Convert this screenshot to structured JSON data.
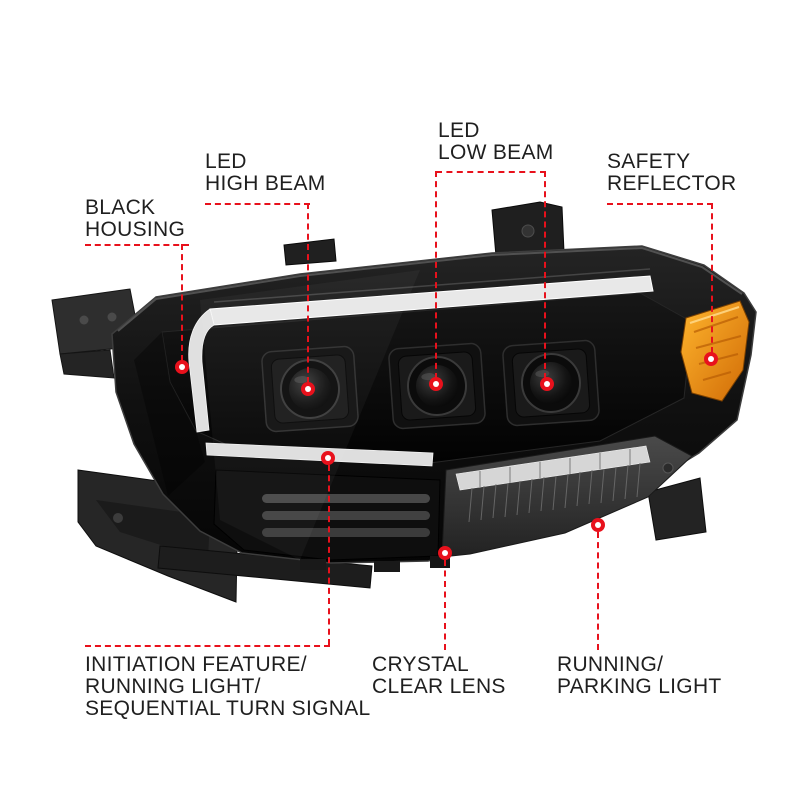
{
  "page": {
    "background": "#ffffff"
  },
  "colors": {
    "callout_red": "#e8111c",
    "amber_reflector": "#f59a1a",
    "housing_black": "#0c0c0c",
    "drl_white": "#e8e8e8"
  },
  "illustration": {
    "name": "led-projector-headlight"
  },
  "callouts": {
    "led_low_beam": {
      "line1": "LED",
      "line2": "LOW BEAM"
    },
    "led_high_beam": {
      "line1": "LED",
      "line2": "HIGH BEAM"
    },
    "safety_reflector": {
      "line1": "SAFETY",
      "line2": "REFLECTOR"
    },
    "black_housing": {
      "line1": "BLACK",
      "line2": "HOUSING"
    },
    "initiation_feature": {
      "line1": "INITIATION FEATURE/",
      "line2": "RUNNING LIGHT/",
      "line3": "SEQUENTIAL TURN SIGNAL"
    },
    "crystal_clear_lens": {
      "line1": "CRYSTAL",
      "line2": "CLEAR LENS"
    },
    "running_parking_light": {
      "line1": "RUNNING/",
      "line2": "PARKING LIGHT"
    }
  }
}
